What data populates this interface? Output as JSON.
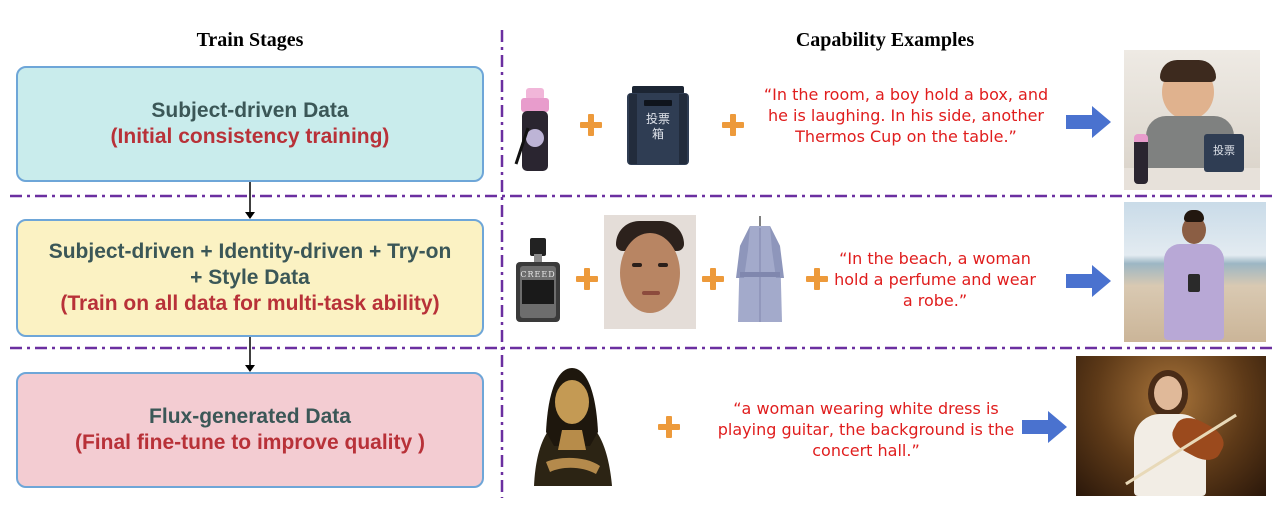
{
  "headers": {
    "left": "Train Stages",
    "right": "Capability Examples"
  },
  "stages": [
    {
      "title": "Subject-driven Data",
      "subtitle": "(Initial consistency training)"
    },
    {
      "title_line1": "Subject-driven + Identity-driven + Try-on",
      "title_line2": "+ Style Data",
      "subtitle": "(Train on all data for multi-task ability)"
    },
    {
      "title": "Flux-generated Data",
      "subtitle": "(Final fine-tune to improve quality )"
    }
  ],
  "examples": [
    {
      "prompt_lines": [
        "“In the room, a boy hold a box, and",
        "he is laughing. In his side, another",
        "Thermos Cup on the table.”"
      ],
      "box_label": "投票箱",
      "output_box_label": "投票"
    },
    {
      "prompt_lines": [
        "“In the beach, a woman",
        "hold a perfume and wear",
        "a robe.”"
      ],
      "bottle_label": "CREED"
    },
    {
      "prompt_lines": [
        "“a woman wearing white dress is",
        "playing guitar, the background is the",
        "concert hall.”"
      ]
    }
  ],
  "colors": {
    "stage1_fill": "#c9ecec",
    "stage2_fill": "#fbf2c3",
    "stage3_fill": "#f3ccd2",
    "stage_border": "#6ea6d8",
    "title_text": "#3b5757",
    "subtitle_text": "#b83138",
    "prompt_text": "#e01d1d",
    "plus": "#ed9a3b",
    "arrow": "#4a72cf",
    "divider": "#6b2fa0"
  }
}
